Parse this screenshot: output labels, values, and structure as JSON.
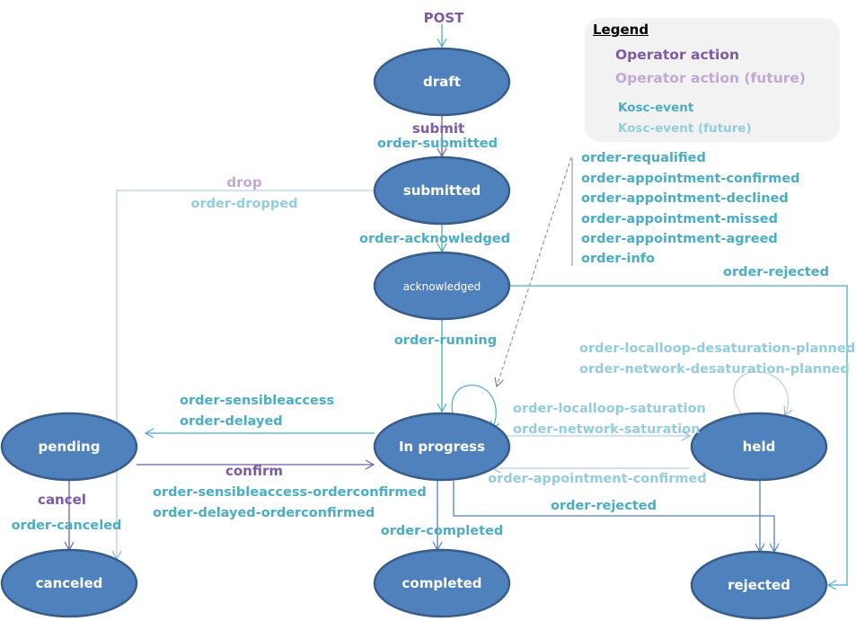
{
  "legend": {
    "title": "Legend",
    "items": [
      {
        "label": "Operator action",
        "kind": "operator",
        "color": "#7b5aa6"
      },
      {
        "label": "Operator action (future)",
        "kind": "operator-future",
        "color": "#c0a9d6"
      },
      {
        "label": "Kosc-event",
        "kind": "event",
        "color": "#4bacc6"
      },
      {
        "label": "Kosc-event (future)",
        "kind": "event-future",
        "color": "#93cddd"
      }
    ]
  },
  "colors": {
    "state_fill": "#4f81bd",
    "state_stroke": "#385d8a",
    "state_text": "#ffffff",
    "operator": "#7b5aa6",
    "operator_future": "#c0a9d6",
    "event": "#4bacc6",
    "event_future": "#93cddd"
  },
  "states": {
    "draft": "draft",
    "submitted": "submitted",
    "acknowledged": "acknowledged",
    "in_progress": "In progress",
    "pending": "pending",
    "held": "held",
    "canceled": "canceled",
    "completed": "completed",
    "rejected": "rejected"
  },
  "transitions": {
    "post": {
      "operator": "POST"
    },
    "draft_submitted": {
      "operator": "submit",
      "event": "order-submitted"
    },
    "submitted_canceled": {
      "operator_future": "drop",
      "event_future": "order-dropped"
    },
    "submitted_acknowledged": {
      "event": "order-acknowledged"
    },
    "acknowledged_rejected": {
      "event": "order-rejected"
    },
    "acknowledged_inprogress": {
      "event": "order-running"
    },
    "inprogress_self": {
      "events": [
        "order-requalified",
        "order-appointment-confirmed",
        "order-appointment-declined",
        "order-appointment-missed",
        "order-appointment-agreed",
        "order-info"
      ]
    },
    "inprogress_pending": {
      "events": [
        "order-sensibleaccess",
        "order-delayed"
      ]
    },
    "pending_inprogress": {
      "operator": "confirm",
      "events": [
        "order-sensibleaccess-orderconfirmed",
        "order-delayed-orderconfirmed"
      ]
    },
    "pending_canceled": {
      "operator": "cancel",
      "event": "order-canceled"
    },
    "inprogress_held": {
      "events_future": [
        "order-localloop-saturation",
        "order-network-saturation"
      ]
    },
    "held_self": {
      "events_future": [
        "order-localloop-desaturation-planned",
        "order-network-desaturation-planned"
      ]
    },
    "held_inprogress": {
      "event_future": "order-appointment-confirmed"
    },
    "inprogress_rejected": {
      "event": "order-rejected"
    },
    "inprogress_completed": {
      "event": "order-completed"
    }
  }
}
